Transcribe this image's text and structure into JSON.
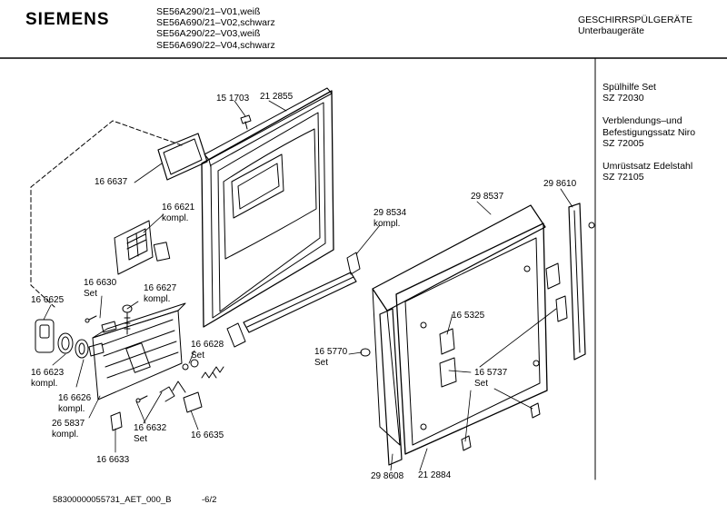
{
  "header": {
    "brand": "SIEMENS",
    "models": [
      "SE56A290/21–V01,weiß",
      "SE56A690/21–V02,schwarz",
      "SE56A290/22–V03,weiß",
      "SE56A690/22–V04,schwarz"
    ],
    "category": "GESCHIRRSPÜLGERÄTE",
    "subcategory": "Unterbaugeräte"
  },
  "sidebar": {
    "groups": [
      [
        "Spülhilfe Set",
        "SZ 72030"
      ],
      [
        "Verblendungs–und",
        "Befestigungssatz Niro",
        "SZ 72005"
      ],
      [
        "Umrüstsatz Edelstahl",
        "SZ 72105"
      ]
    ]
  },
  "parts": [
    [
      "15 1703"
    ],
    [
      "21 2855"
    ],
    [
      "16 6637"
    ],
    [
      "16 6621",
      "kompl."
    ],
    [
      "29 8534",
      "kompl."
    ],
    [
      "29 8537"
    ],
    [
      "29 8610"
    ],
    [
      "16 6630",
      "Set"
    ],
    [
      "16 6627",
      "kompl."
    ],
    [
      "16 6625"
    ],
    [
      "16 6623",
      "kompl."
    ],
    [
      "16 6626",
      "kompl."
    ],
    [
      "26 5837",
      "kompl."
    ],
    [
      "16 6628",
      "Set"
    ],
    [
      "16 6632",
      "Set"
    ],
    [
      "16 6635"
    ],
    [
      "16 6633"
    ],
    [
      "16 5325"
    ],
    [
      "16 5770",
      "Set"
    ],
    [
      "16 5737",
      "Set"
    ],
    [
      "29 8608"
    ],
    [
      "21 2884"
    ]
  ],
  "footer": {
    "doc_id": "58300000055731_AET_000_B",
    "page": "-6/2"
  }
}
